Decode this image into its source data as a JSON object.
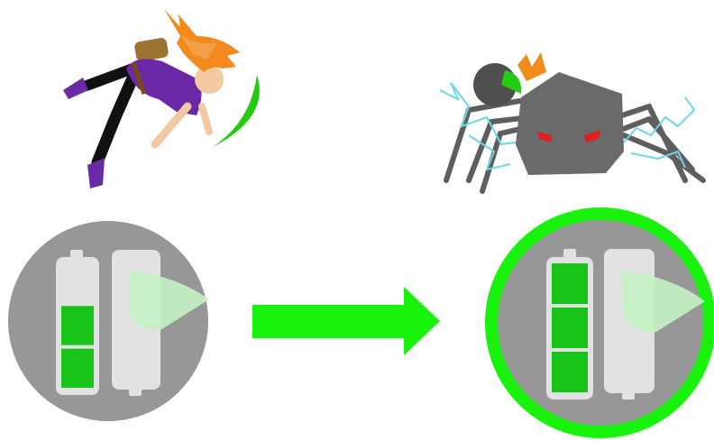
{
  "scene": {
    "background": "#ffffff",
    "hero": {
      "icon": "falling-girl-icon",
      "hair_color": "#f28a1e",
      "shirt_color": "#6a2aa8",
      "slash_color": "#22cc11"
    },
    "enemy": {
      "icon": "spider-robot-icon",
      "body_color": "#6a6a6a",
      "eye_color": "#e02020",
      "web_color": "#6ad8e8"
    },
    "arrow": {
      "icon": "right-arrow-icon",
      "color": "#19f20d"
    }
  },
  "before_badge": {
    "icon": "battery-status-icon",
    "charge_cells_filled": 2,
    "charge_cells_total": 3,
    "ring": false
  },
  "after_badge": {
    "icon": "battery-status-icon",
    "charge_cells_filled": 3,
    "charge_cells_total": 3,
    "ring": true,
    "ring_color": "#19f20d"
  },
  "colors": {
    "badge_fill": "#979797",
    "battery_fill": "#e2e2e2",
    "cell_green": "#18c41a",
    "cell_green_light": "#28d52a",
    "light_cone": "#c4f2c4"
  }
}
